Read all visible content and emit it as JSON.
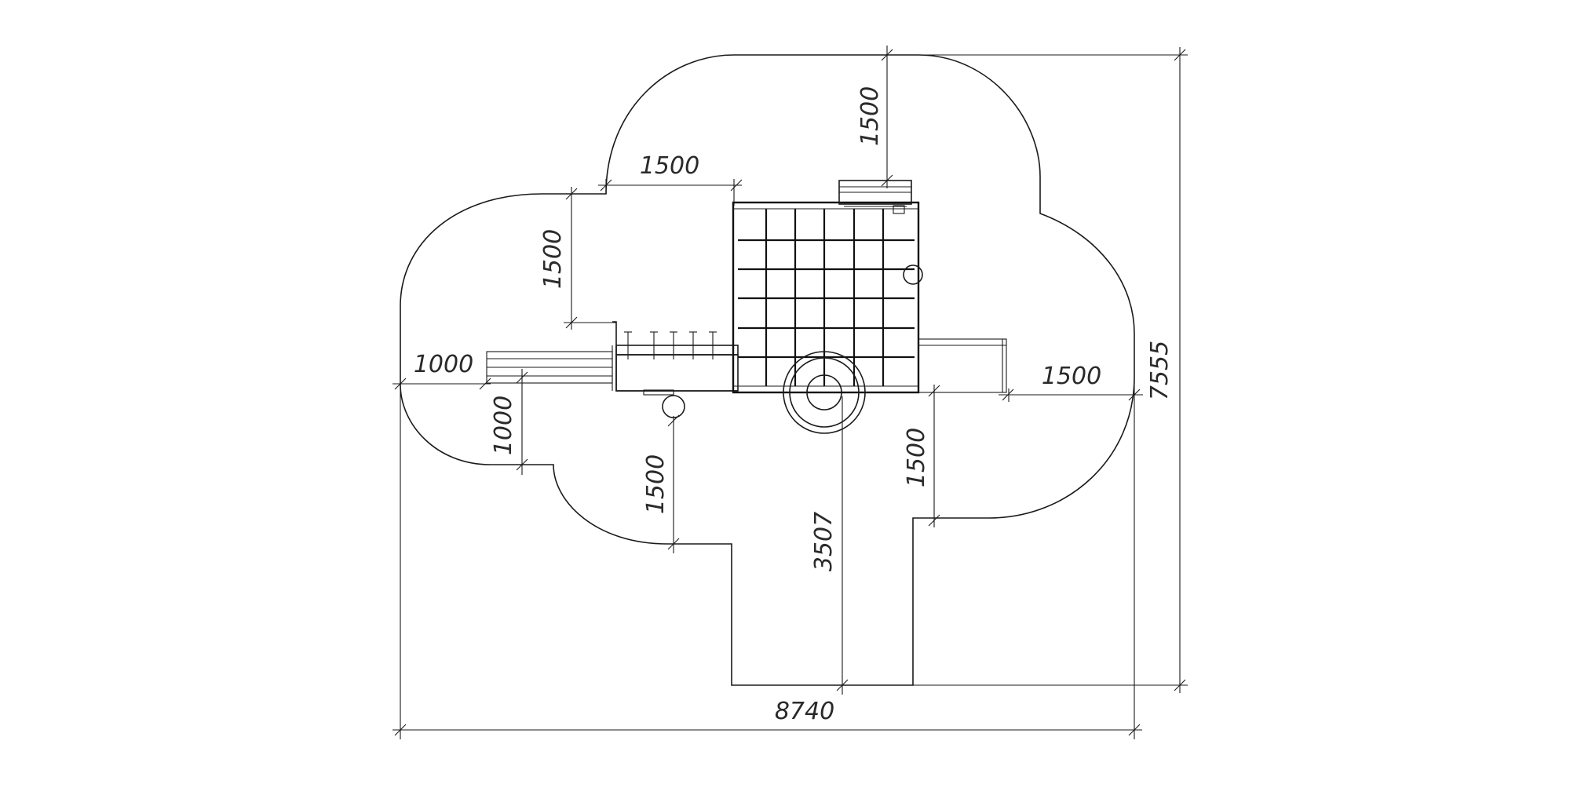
{
  "dimensions": {
    "overall_width": "8740",
    "overall_height": "7555",
    "top_offset": "1500",
    "top_left_step": "1500",
    "left_vertical_step": "1500",
    "left_offset": "1000",
    "left_lower_step": "1000",
    "lower_left_vertical": "1500",
    "right_vertical": "1500",
    "right_offset": "1500",
    "center_bottom": "3507"
  },
  "colors": {
    "line": "#1a1a1a",
    "text": "#2a2a2a",
    "background": "#ffffff"
  }
}
